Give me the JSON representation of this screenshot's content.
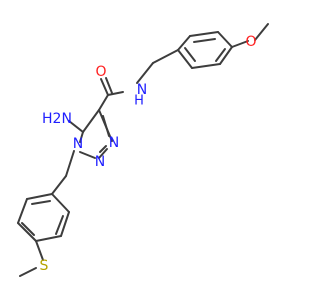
{
  "colors": {
    "bond": "#3d3d3d",
    "nitrogen": "#2020ff",
    "oxygen": "#ff2020",
    "sulfur": "#b5a300",
    "background": "#ffffff"
  },
  "labels": {
    "methoxy_o": "O",
    "carbonyl_o": "O",
    "amide_n": "N",
    "amide_h": "H",
    "amino_n": "H2N",
    "triazole_n1": "N",
    "triazole_n2": "N",
    "triazole_n3": "N",
    "thioether_s": "S"
  }
}
